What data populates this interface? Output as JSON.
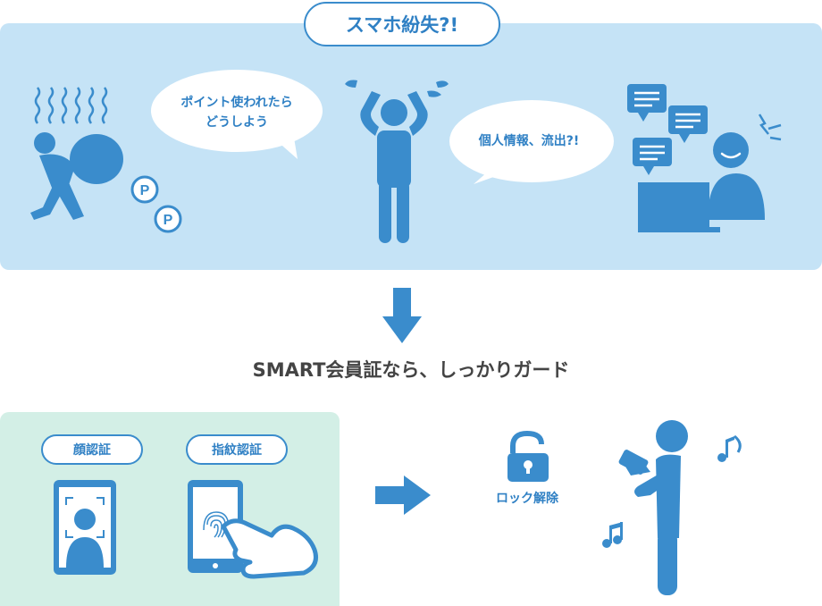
{
  "top": {
    "title": "スマホ紛失?!",
    "bubble_points": "ポイント使われたら\nどうしよう",
    "bubble_leak": "個人情報、流出?!"
  },
  "middle": {
    "caption": "SMART会員証なら、しっかりガード"
  },
  "bottom": {
    "face_auth": "顔認証",
    "fingerprint_auth": "指紋認証",
    "unlock": "ロック解除"
  },
  "colors": {
    "primary": "#3a8ccc",
    "top_panel": "#c5e3f6",
    "bottom_panel": "#d3efe6",
    "text_blue": "#2f80c4",
    "text_dark": "#444444"
  }
}
